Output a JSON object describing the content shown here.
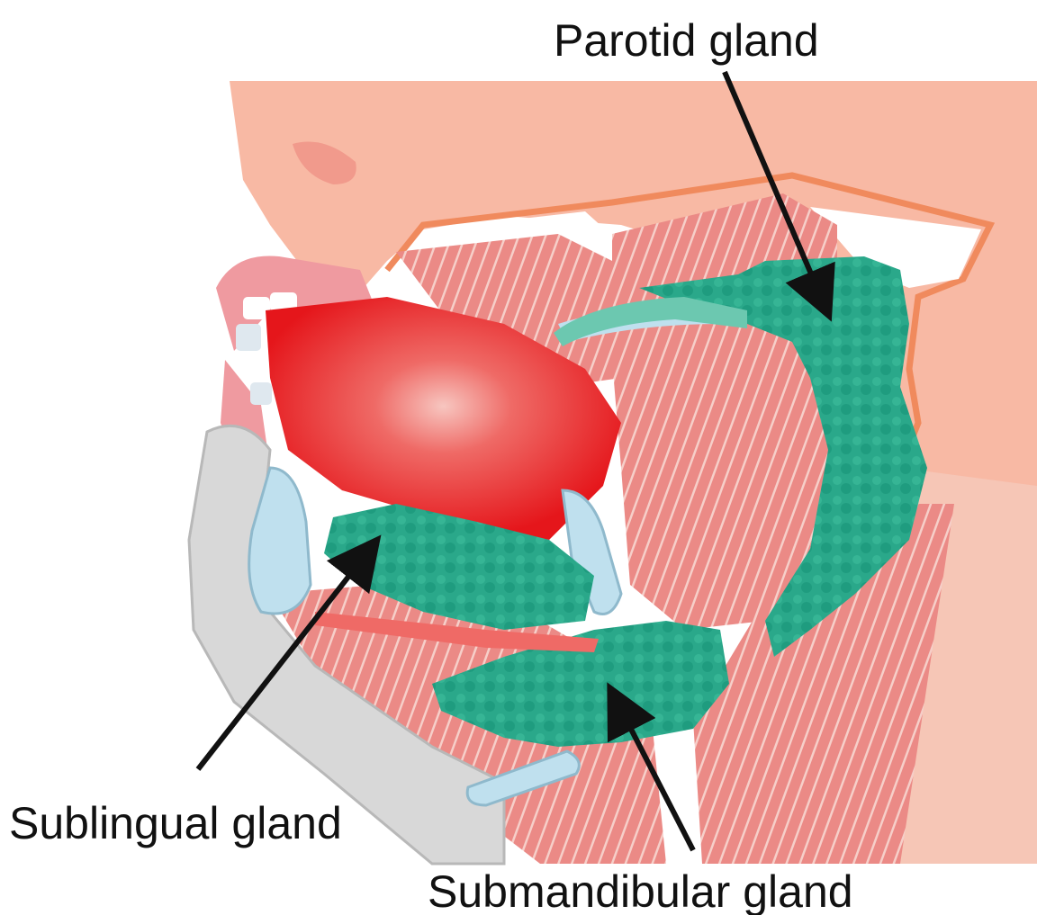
{
  "labels": {
    "parotid": "Parotid gland",
    "sublingual": "Sublingual gland",
    "submandibular": "Submandibular gland"
  },
  "colors": {
    "skin": "#f8b9a4",
    "skin_outline": "#f08a5d",
    "tongue": "#e5161b",
    "gland": "#2aa88a",
    "gland_light": "#6cc8b0",
    "muscle": "#eb8a86",
    "muscle_stripe": "#f6cfc9",
    "bone": "#d8d8d8",
    "cartilage": "#bfe0ee",
    "lip": "#ef9aa0",
    "arrow": "#111111"
  }
}
